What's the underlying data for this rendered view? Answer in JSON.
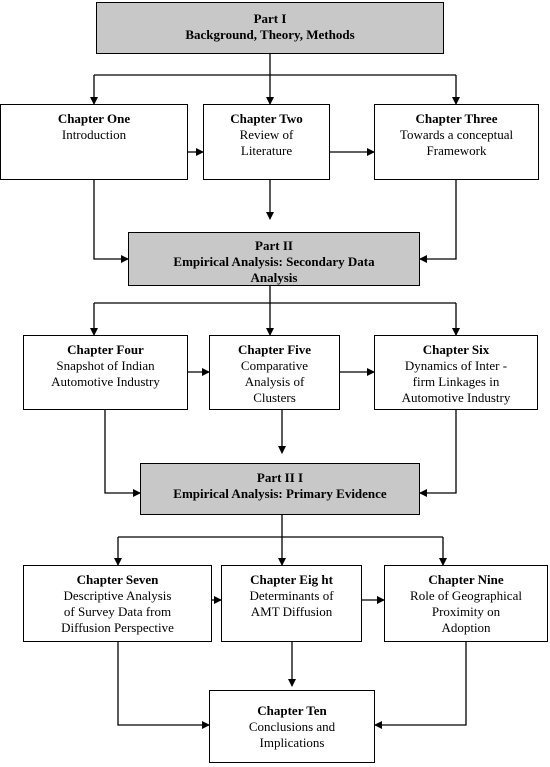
{
  "parts": {
    "part1": {
      "title": "Part  I",
      "subtitle": "Background, Theory, Methods"
    },
    "part2": {
      "title": "Part II",
      "subtitle": "Empirical Analysis: Secondary Data\nAnalysis"
    },
    "part3": {
      "title": "Part II I",
      "subtitle": "Empirical Analysis: Primary Evidence"
    }
  },
  "chapters": {
    "ch1": {
      "title": "Chapter One",
      "text": "Introduction"
    },
    "ch2": {
      "title": "Chapter Two",
      "text": "Review of\nLiterature"
    },
    "ch3": {
      "title": "Chapter Three",
      "text": "Towards a conceptual\nFramework"
    },
    "ch4": {
      "title": "Chapter   Four",
      "text": "Snapshot of Indian\nAutomotive Industry"
    },
    "ch5": {
      "title": "Chapter Five",
      "text": "Comparative\nAnalysis of\nClusters"
    },
    "ch6": {
      "title": "Chapter Six",
      "text": "Dynamics of Inter -\nfirm Linkages in\nAutomotive Industry"
    },
    "ch7": {
      "title": "Chapter Seven",
      "text": "Descriptive Analysis\nof Survey Data from\nDiffusion Perspective"
    },
    "ch8": {
      "title": "Chapter Eig  ht",
      "text": "Determinants of\nAMT Diffusion"
    },
    "ch9": {
      "title": "Chapter Nine",
      "text": "Role of Geographical\nProximity on\nAdoption"
    },
    "ch10": {
      "title": "Chapter Ten",
      "text": "Conclusions and\nImplications"
    }
  },
  "colors": {
    "part_fill": "#c8c8c8",
    "box_fill": "#ffffff",
    "line": "#000000"
  }
}
